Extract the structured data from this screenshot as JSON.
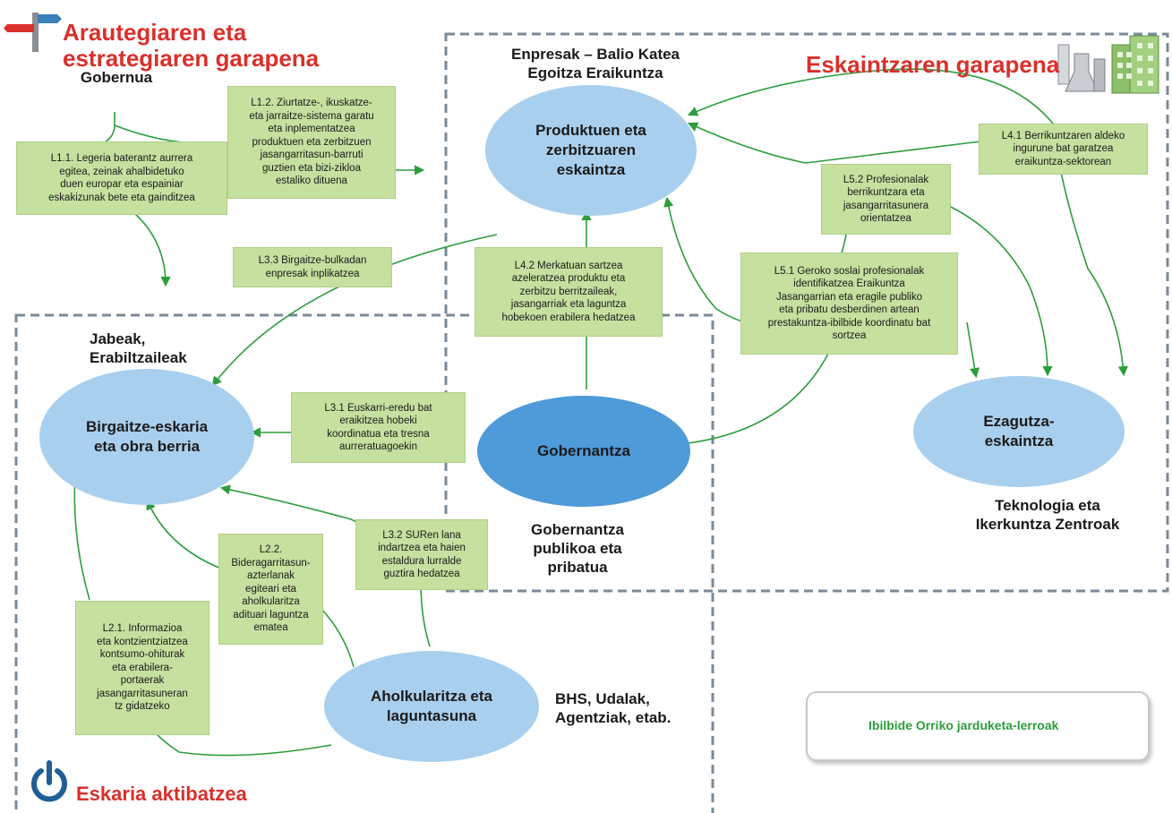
{
  "headings": {
    "top_left": "Arautegiaren eta estrategiaren garapena",
    "top_right": "Eskaintzaren garapena",
    "bottom_left": "Eskaria aktibatzea"
  },
  "labels": {
    "gobernua": "Gobernua",
    "enpresak": "Enpresak – Balio Katea\nEgoitza Eraikuntza",
    "jabeak": "Jabeak,\nErabiltzaileak",
    "teknologia": "Teknologia eta\nIkerkuntza Zentroak",
    "gob_pub": "Gobernantza\npublikoa eta\npribatua",
    "bhs": "BHS, Udalak,\nAgentziak, etab."
  },
  "nodes": {
    "produktuen": "Produktuen eta\nzerbitzuaren\neskaintza",
    "birgaitze": "Birgaitze-eskaria\neta obra berria",
    "gobernantza": "Gobernantza",
    "ezagutza": "Ezagutza-\neskaintza",
    "aholkularitza": "Aholkularitza eta\nlaguntasuna"
  },
  "lines": {
    "L1_1": "L1.1. Legeria baterantz aurrera\negitea, zeinak ahalbidetuko\nduen europar eta espainiar\neskakizunak bete eta gainditzea",
    "L1_2": "L1.2. Ziurtatze-, ikuskatze-\neta jarraitze-sistema garatu\neta inplementatzea\nproduktuen eta zerbitzuen\njasangarritasun-barruti\nguztien  eta bizi-zikloa\nestaliko dituena",
    "L2_1": "L2.1. Informazioa\neta kontzientziatzea\nkontsumo-ohiturak\neta erabilera-\nportaerak\njasangarritasuneran\ntz gidatzeko",
    "L2_2": "L2.2.\nBideragarritasun-\nazterlanak\negiteari eta\naholkularitza\nadituari laguntza\nematea",
    "L3_1": "L3.1 Euskarri-eredu bat\neraikitzea hobeki\nkoordinatua eta tresna\naurreratuagoekin",
    "L3_2": "L3.2 SURen lana\nindartzea eta haien\nestaldura lurralde\nguztira hedatzea",
    "L3_3": "L3.3 Birgaitze-bulkadan\nenpresak inplikatzea",
    "L4_1": "L4.1  Berrikuntzaren aldeko\ningurune bat garatzea\neraikuntza-sektorean",
    "L4_2": "L4.2  Merkatuan sartzea\nazeleratzea produktu eta\nzerbitzu berritzaileak,\njasangarriak eta laguntza\nhobekoen erabilera hedatzea",
    "L5_1": "L5.1  Geroko soslai profesionalak\nidentifikatzea Eraikuntza\nJasangarrian eta  eragile publiko\neta pribatu desberdinen artean\nprestakuntza-ibilbide koordinatu bat\nsortzea",
    "L5_2": "L5.2  Profesionalak\nberrikuntzara eta\njasangarritasunera\norientatzea"
  },
  "legend": {
    "text": "Ibilbide Orriko jarduketa-lerroak"
  },
  "colors": {
    "arrow": "#2c9d3c",
    "box_fill": "#c5e09f",
    "ellipse_light": "#a9cfee",
    "ellipse_dark": "#4f9ad9",
    "heading": "#d9302b",
    "dashed_border": "#7a8a99"
  },
  "icons": [
    "signpost-icon",
    "power-icon",
    "lab-flask-icon",
    "building-icon",
    "legend-arrow-icon"
  ]
}
